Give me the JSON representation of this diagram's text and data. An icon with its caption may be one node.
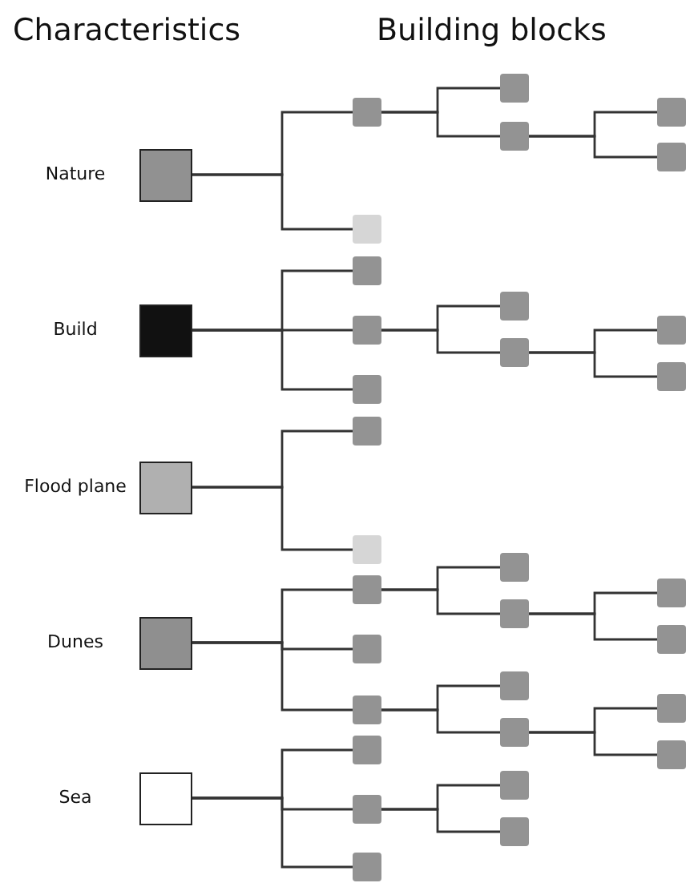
{
  "diagram": {
    "nodes": [
      {
        "text": [
          "Nature"
        ]
      },
      {
        "text": [],
        "shape": "box"
      },
      {
        "text": [],
        "shape": "box"
      },
      {
        "text": [],
        "shape": "box"
      },
      {
        "text": [],
        "shape": "box"
      },
      {
        "text": [],
        "shape": "box"
      },
      {
        "text": [],
        "shape": "box"
      },
      {
        "text": [
          "Build"
        ]
      },
      {
        "text": [],
        "shape": "box"
      },
      {
        "text": [],
        "shape": "box"
      },
      {
        "text": [],
        "shape": "box"
      },
      {
        "text": [],
        "shape": "box"
      },
      {
        "text": [],
        "shape": "box"
      },
      {
        "text": [],
        "shape": "box"
      },
      {
        "text": [],
        "shape": "box"
      },
      {
        "text": [
          "Flood plane"
        ]
      },
      {
        "text": [],
        "shape": "box"
      },
      {
        "text": [],
        "shape": "box"
      },
      {
        "text": [
          "Dunes"
        ]
      },
      {
        "text": [],
        "shape": "box"
      },
      {
        "text": [],
        "shape": "box"
      },
      {
        "text": [],
        "shape": "box"
      },
      {
        "text": [],
        "shape": "box"
      },
      {
        "text": [],
        "shape": "box"
      },
      {
        "text": [],
        "shape": "box"
      },
      {
        "text": [],
        "shape": "box"
      },
      {
        "text": [],
        "shape": "box"
      },
      {
        "text": [],
        "shape": "box"
      },
      {
        "text": [],
        "shape": "box"
      },
      {
        "text": [],
        "shape": "box"
      },
      {
        "text": [
          "Sea"
        ]
      },
      {
        "text": [],
        "shape": "box"
      },
      {
        "text": [],
        "shape": "box"
      },
      {
        "text": [],
        "shape": "box"
      },
      {
        "text": [],
        "shape": "box"
      },
      {
        "text": [],
        "shape": "box"
      }
    ],
    "edges": [
      {
        "from": 0,
        "to": 1,
        "arrow": "none"
      },
      {
        "from": 0,
        "to": 2,
        "arrow": "none"
      },
      {
        "from": 1,
        "to": 3,
        "arrow": "none"
      },
      {
        "from": 1,
        "to": 4,
        "arrow": "none"
      },
      {
        "from": 4,
        "to": 5,
        "arrow": "none"
      },
      {
        "from": 4,
        "to": 6,
        "arrow": "none"
      },
      {
        "from": 7,
        "to": 8,
        "arrow": "none"
      },
      {
        "from": 7,
        "to": 9,
        "arrow": "none"
      },
      {
        "from": 7,
        "to": 10,
        "arrow": "none"
      },
      {
        "from": 9,
        "to": 11,
        "arrow": "none"
      },
      {
        "from": 9,
        "to": 12,
        "arrow": "none"
      },
      {
        "from": 12,
        "to": 13,
        "arrow": "none"
      },
      {
        "from": 12,
        "to": 14,
        "arrow": "none"
      },
      {
        "from": 15,
        "to": 16,
        "arrow": "none"
      },
      {
        "from": 15,
        "to": 17,
        "arrow": "none"
      },
      {
        "from": 18,
        "to": 19,
        "arrow": "none"
      },
      {
        "from": 18,
        "to": 20,
        "arrow": "none"
      },
      {
        "from": 18,
        "to": 21,
        "arrow": "none"
      },
      {
        "from": 19,
        "to": 22,
        "arrow": "none"
      },
      {
        "from": 19,
        "to": 23,
        "arrow": "none"
      },
      {
        "from": 23,
        "to": 24,
        "arrow": "none"
      },
      {
        "from": 23,
        "to": 25,
        "arrow": "none"
      },
      {
        "from": 21,
        "to": 26,
        "arrow": "none"
      },
      {
        "from": 21,
        "to": 27,
        "arrow": "none"
      },
      {
        "from": 27,
        "to": 28,
        "arrow": "none"
      },
      {
        "from": 27,
        "to": 29,
        "arrow": "none"
      },
      {
        "from": 30,
        "to": 31,
        "arrow": "none"
      },
      {
        "from": 30,
        "to": 32,
        "arrow": "none"
      },
      {
        "from": 30,
        "to": 33,
        "arrow": "none"
      },
      {
        "from": 32,
        "to": 34,
        "arrow": "none"
      },
      {
        "from": 32,
        "to": 35,
        "arrow": "none"
      }
    ],
    "labels": [
      "Characteristics",
      "Building blocks"
    ]
  }
}
